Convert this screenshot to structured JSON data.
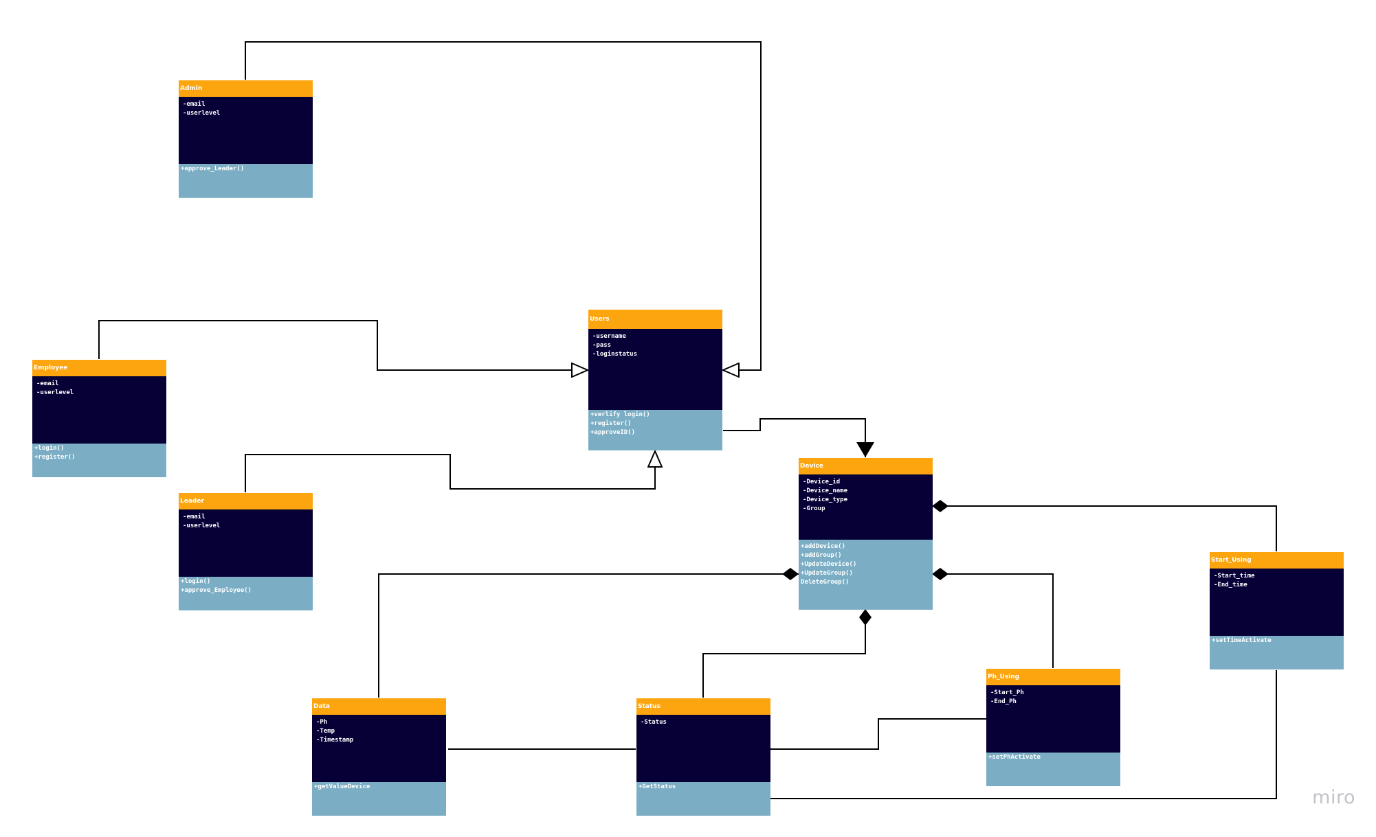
{
  "classes": {
    "admin": {
      "name": "Admin",
      "attributes": [
        "-email",
        "-userlevel"
      ],
      "operations": [
        "+approve_Leader()"
      ]
    },
    "employee": {
      "name": "Employee",
      "attributes": [
        "-email",
        "-userlevel"
      ],
      "operations": [
        "+login()",
        "+register()"
      ]
    },
    "leader": {
      "name": "Leader",
      "attributes": [
        "-email",
        "-userlevel"
      ],
      "operations": [
        "+login()",
        "+approve_Employee()"
      ]
    },
    "users": {
      "name": "Users",
      "attributes": [
        "-username",
        "-pass",
        "-loginstatus"
      ],
      "operations": [
        "+verlify login()",
        "+register()",
        "+approveID()"
      ]
    },
    "device": {
      "name": "Device",
      "attributes": [
        "-Device_id",
        "-Device_name",
        "-Device_type",
        "-Group"
      ],
      "operations": [
        "+addDevice()",
        "+addGroup()",
        "+UpdateDevice()",
        "+UpdateGroup()",
        "DeleteGroup()"
      ]
    },
    "start_using": {
      "name": "Start_Using",
      "attributes": [
        "-Start_time",
        "-End_time"
      ],
      "operations": [
        "+setTimeActivate"
      ]
    },
    "ph_using": {
      "name": "Ph_Using",
      "attributes": [
        "-Start_Ph",
        "-End_Ph"
      ],
      "operations": [
        "+setPhActivate"
      ]
    },
    "data": {
      "name": "Data",
      "attributes": [
        "-Ph",
        "-Temp",
        "-Timestamp"
      ],
      "operations": [
        "+getValueDevice"
      ]
    },
    "status": {
      "name": "Status",
      "attributes": [
        "-Status"
      ],
      "operations": [
        "+GetStatus"
      ]
    }
  },
  "relationships": [
    {
      "from": "admin",
      "to": "users",
      "type": "generalization"
    },
    {
      "from": "employee",
      "to": "users",
      "type": "generalization"
    },
    {
      "from": "leader",
      "to": "users",
      "type": "generalization"
    },
    {
      "from": "users",
      "to": "device",
      "type": "association-arrow"
    },
    {
      "from": "start_using",
      "to": "device",
      "type": "composition"
    },
    {
      "from": "data",
      "to": "device",
      "type": "composition"
    },
    {
      "from": "ph_using",
      "to": "device",
      "type": "composition"
    },
    {
      "from": "status",
      "to": "device",
      "type": "composition"
    },
    {
      "from": "data",
      "to": "status",
      "type": "association"
    },
    {
      "from": "status",
      "to": "ph_using",
      "type": "association"
    },
    {
      "from": "status",
      "to": "start_using",
      "type": "association"
    }
  ],
  "colors": {
    "header": "#FCA50F",
    "attributes": "#060036",
    "operations": "#7BAEC4",
    "lines": "#000000"
  },
  "watermark": "miro"
}
